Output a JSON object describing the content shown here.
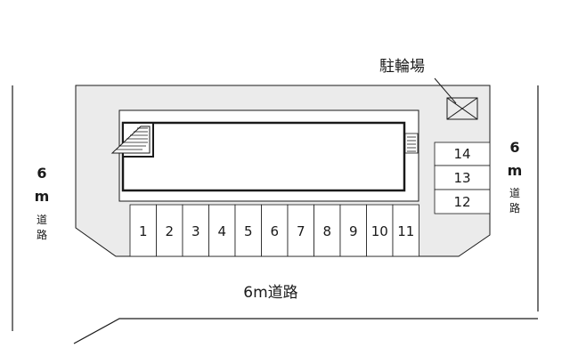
{
  "labels": {
    "bicycle_parking": "駐輪場",
    "road_bottom": "6m道路",
    "road_left": {
      "width": "6",
      "unit": "m",
      "char1": "道",
      "char2": "路"
    },
    "road_right": {
      "width": "6",
      "unit": "m",
      "char1": "道",
      "char2": "路"
    }
  },
  "parking_bottom": [
    "1",
    "2",
    "3",
    "4",
    "5",
    "6",
    "7",
    "8",
    "9",
    "10",
    "11"
  ],
  "parking_right": [
    "14",
    "13",
    "12"
  ],
  "colors": {
    "lot": "#ebebeb",
    "line": "#1a1a1a",
    "slot": "#ffffff"
  }
}
